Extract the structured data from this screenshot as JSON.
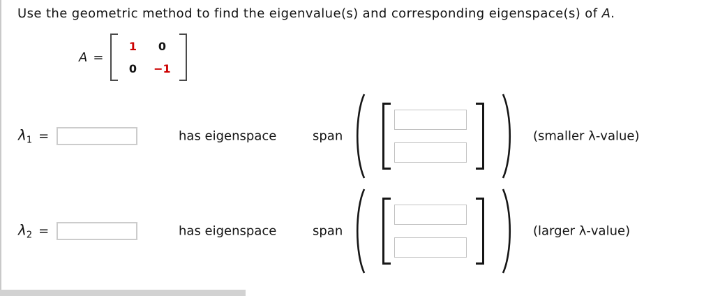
{
  "question": {
    "text_before_var": "Use the geometric method to find the eigenvalue(s) and corresponding eigenspace(s) of ",
    "variable": "A",
    "text_after_var": "."
  },
  "matrix": {
    "label": "A",
    "equals_sign": "=",
    "entries": [
      [
        "1",
        "0"
      ],
      [
        "0",
        "−1"
      ]
    ],
    "entry_colors": [
      [
        "#cc0000",
        "#131313"
      ],
      [
        "#131313",
        "#cc0000"
      ]
    ]
  },
  "colors": {
    "accent_red": "#cc0000",
    "input_border": "#c6c6c6",
    "scrollbar_gray": "#d2d2d2"
  },
  "answers": [
    {
      "lambda_symbol": "λ",
      "lambda_subscript": "1",
      "equals_sign": "=",
      "eigenvalue_input_value": "",
      "has_eigenspace_label": "has eigenspace",
      "span_label": "span",
      "vector_input_values": [
        "",
        ""
      ],
      "note": "(smaller λ-value)"
    },
    {
      "lambda_symbol": "λ",
      "lambda_subscript": "2",
      "equals_sign": "=",
      "eigenvalue_input_value": "",
      "has_eigenspace_label": "has eigenspace",
      "span_label": "span",
      "vector_input_values": [
        "",
        ""
      ],
      "note": "(larger λ-value)"
    }
  ]
}
